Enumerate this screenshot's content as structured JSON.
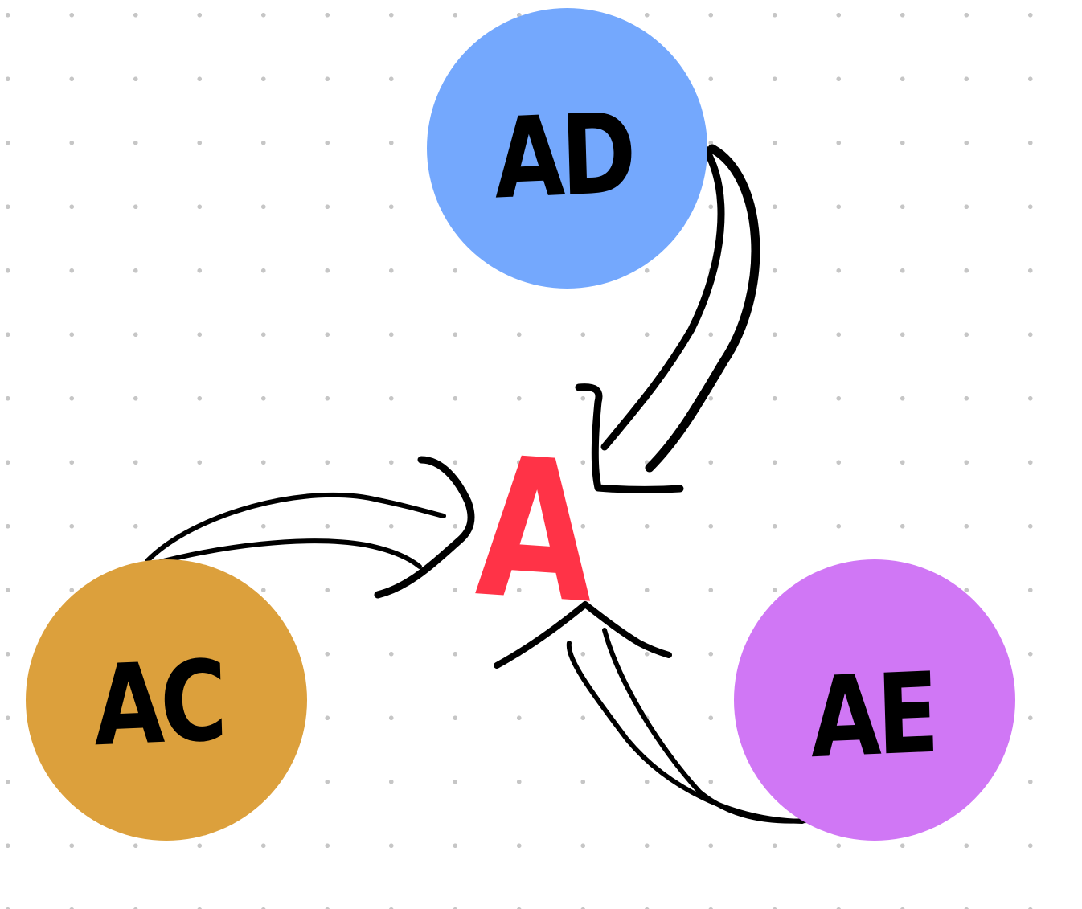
{
  "diagram": {
    "center": {
      "label": "A",
      "color": "#ff3347"
    },
    "nodes": [
      {
        "id": "ad",
        "label": "AD",
        "color": "#74a8fd"
      },
      {
        "id": "ac",
        "label": "AC",
        "color": "#dca03c"
      },
      {
        "id": "ae",
        "label": "AE",
        "color": "#d077f5"
      }
    ],
    "edges": [
      {
        "from": "AD",
        "to": "A"
      },
      {
        "from": "AC",
        "to": "A"
      },
      {
        "from": "AE",
        "to": "A"
      }
    ],
    "background": {
      "color": "#ffffff",
      "dot_color": "#c6c6c6"
    }
  }
}
